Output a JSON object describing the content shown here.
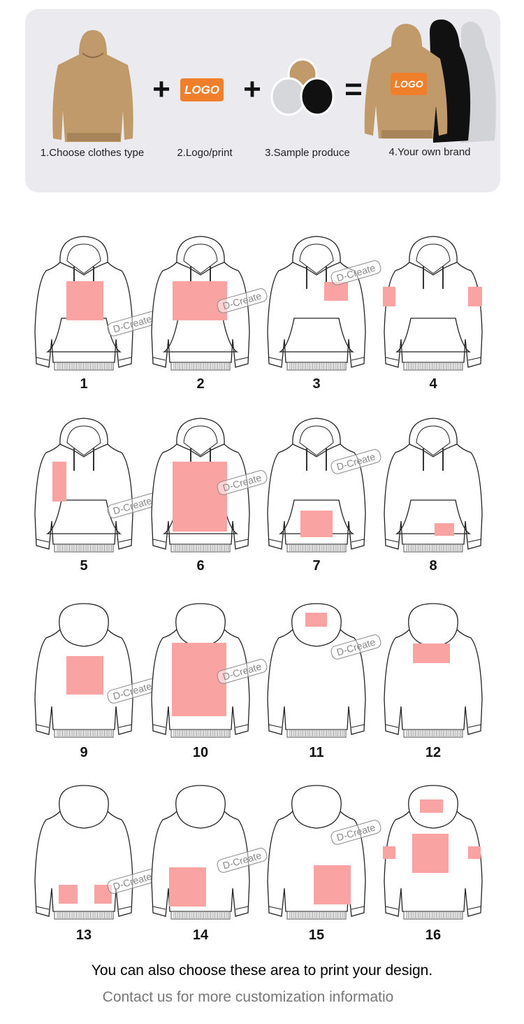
{
  "steps": [
    {
      "label": "1.Choose clothes type"
    },
    {
      "label": "2.Logo/print"
    },
    {
      "label": "3.Sample produce"
    },
    {
      "label": "4.Your own brand"
    }
  ],
  "operators": {
    "plus": "+",
    "equals": "="
  },
  "logo_text": "LOGO",
  "watermark": "D-Create",
  "colors": {
    "khaki": "#c19a6b",
    "logo_orange": "#f07f2b",
    "print_area": "#f9a3a3",
    "banner_bg": "#ebeaee",
    "swatch_grey": "#d6d7da",
    "swatch_black": "#111111"
  },
  "placements": [
    {
      "number": "1",
      "view": "front"
    },
    {
      "number": "2",
      "view": "front"
    },
    {
      "number": "3",
      "view": "front"
    },
    {
      "number": "4",
      "view": "front"
    },
    {
      "number": "5",
      "view": "front"
    },
    {
      "number": "6",
      "view": "front"
    },
    {
      "number": "7",
      "view": "front"
    },
    {
      "number": "8",
      "view": "front"
    },
    {
      "number": "9",
      "view": "back"
    },
    {
      "number": "10",
      "view": "back"
    },
    {
      "number": "11",
      "view": "back"
    },
    {
      "number": "12",
      "view": "back"
    },
    {
      "number": "13",
      "view": "back"
    },
    {
      "number": "14",
      "view": "back"
    },
    {
      "number": "15",
      "view": "back"
    },
    {
      "number": "16",
      "view": "back"
    }
  ],
  "footer": {
    "line1": "You can also choose these area to print your design.",
    "line2": "Contact us for more customization informatio"
  }
}
